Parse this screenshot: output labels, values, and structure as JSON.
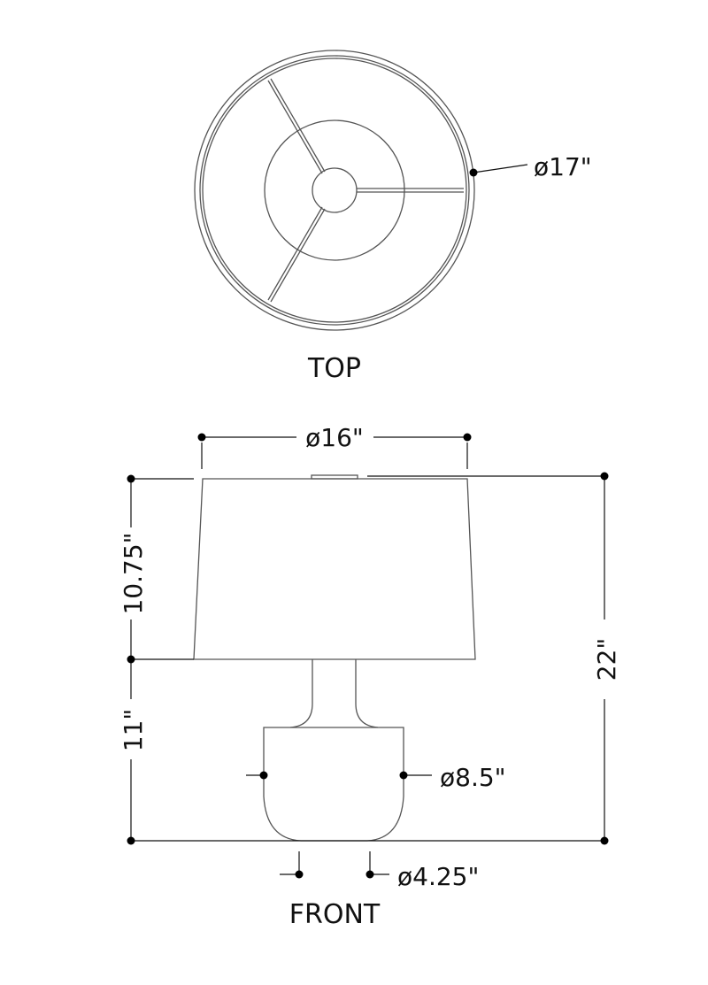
{
  "top_view": {
    "title": "TOP",
    "diameter_label": "ø17\""
  },
  "front_view": {
    "title": "FRONT",
    "shade_diameter_label": "ø16\"",
    "shade_height_label": "10.75\"",
    "base_height_label": "11\"",
    "total_height_label": "22\"",
    "body_diameter_label": "ø8.5\"",
    "foot_diameter_label": "ø4.25\""
  }
}
